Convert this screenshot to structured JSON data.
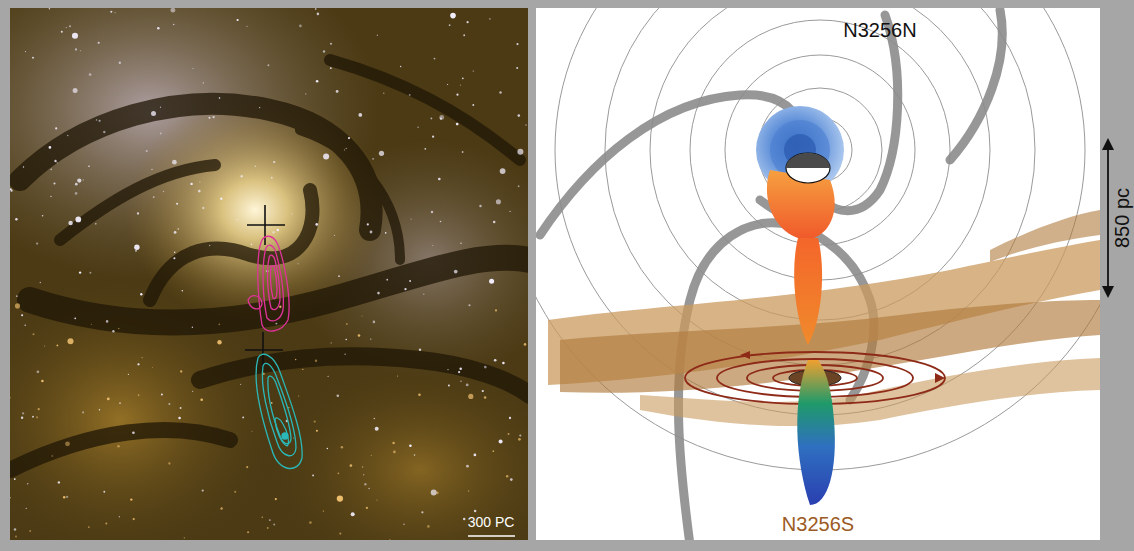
{
  "diagram": {
    "labels": [
      "300 PC",
      "N3256N",
      "N3256S",
      "850 pc"
    ]
  }
}
